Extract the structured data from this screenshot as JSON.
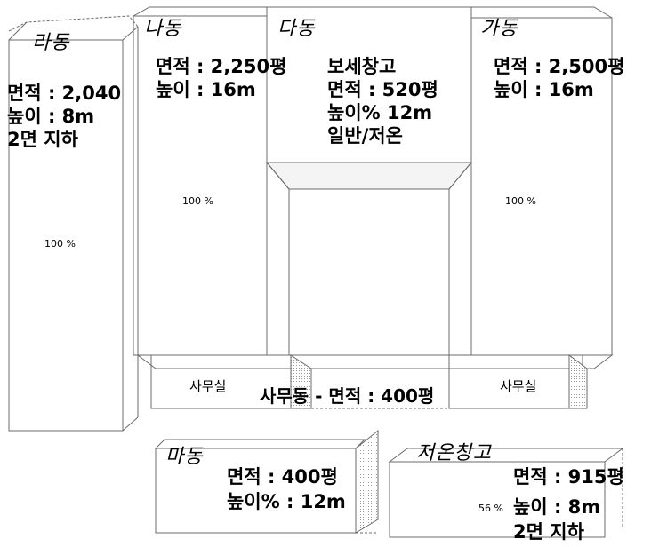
{
  "buildings": {
    "ra": {
      "name": "라동",
      "area": "면적 : 2,040",
      "height": "높이 : 8m",
      "note": "2면 지하",
      "percent": "100 %"
    },
    "na": {
      "name": "나동",
      "area": "면적 : 2,250평",
      "height": "높이 : 16m",
      "percent": "100 %"
    },
    "da": {
      "name": "다동",
      "use": "보세창고",
      "area": "면적 : 520평",
      "height": "높이% 12m",
      "note": "일반/저온"
    },
    "ga": {
      "name": "가동",
      "area": "면적 : 2,500평",
      "height": "높이 : 16m",
      "percent": "100 %"
    },
    "ma": {
      "name": "마동",
      "area": "면적 : 400평",
      "height": "높이% : 12m"
    },
    "cold": {
      "name": "저온창고",
      "area": "면적 : 915평",
      "height": "높이 : 8m",
      "note": "2면 지하",
      "percent": "56 %"
    }
  },
  "office": {
    "left_label": "사무실",
    "right_label": "사무실",
    "center_label": "사무동 - 면적 : 400평"
  },
  "colors": {
    "line": "#6b6b6b",
    "shade": "#bdbdbd"
  }
}
